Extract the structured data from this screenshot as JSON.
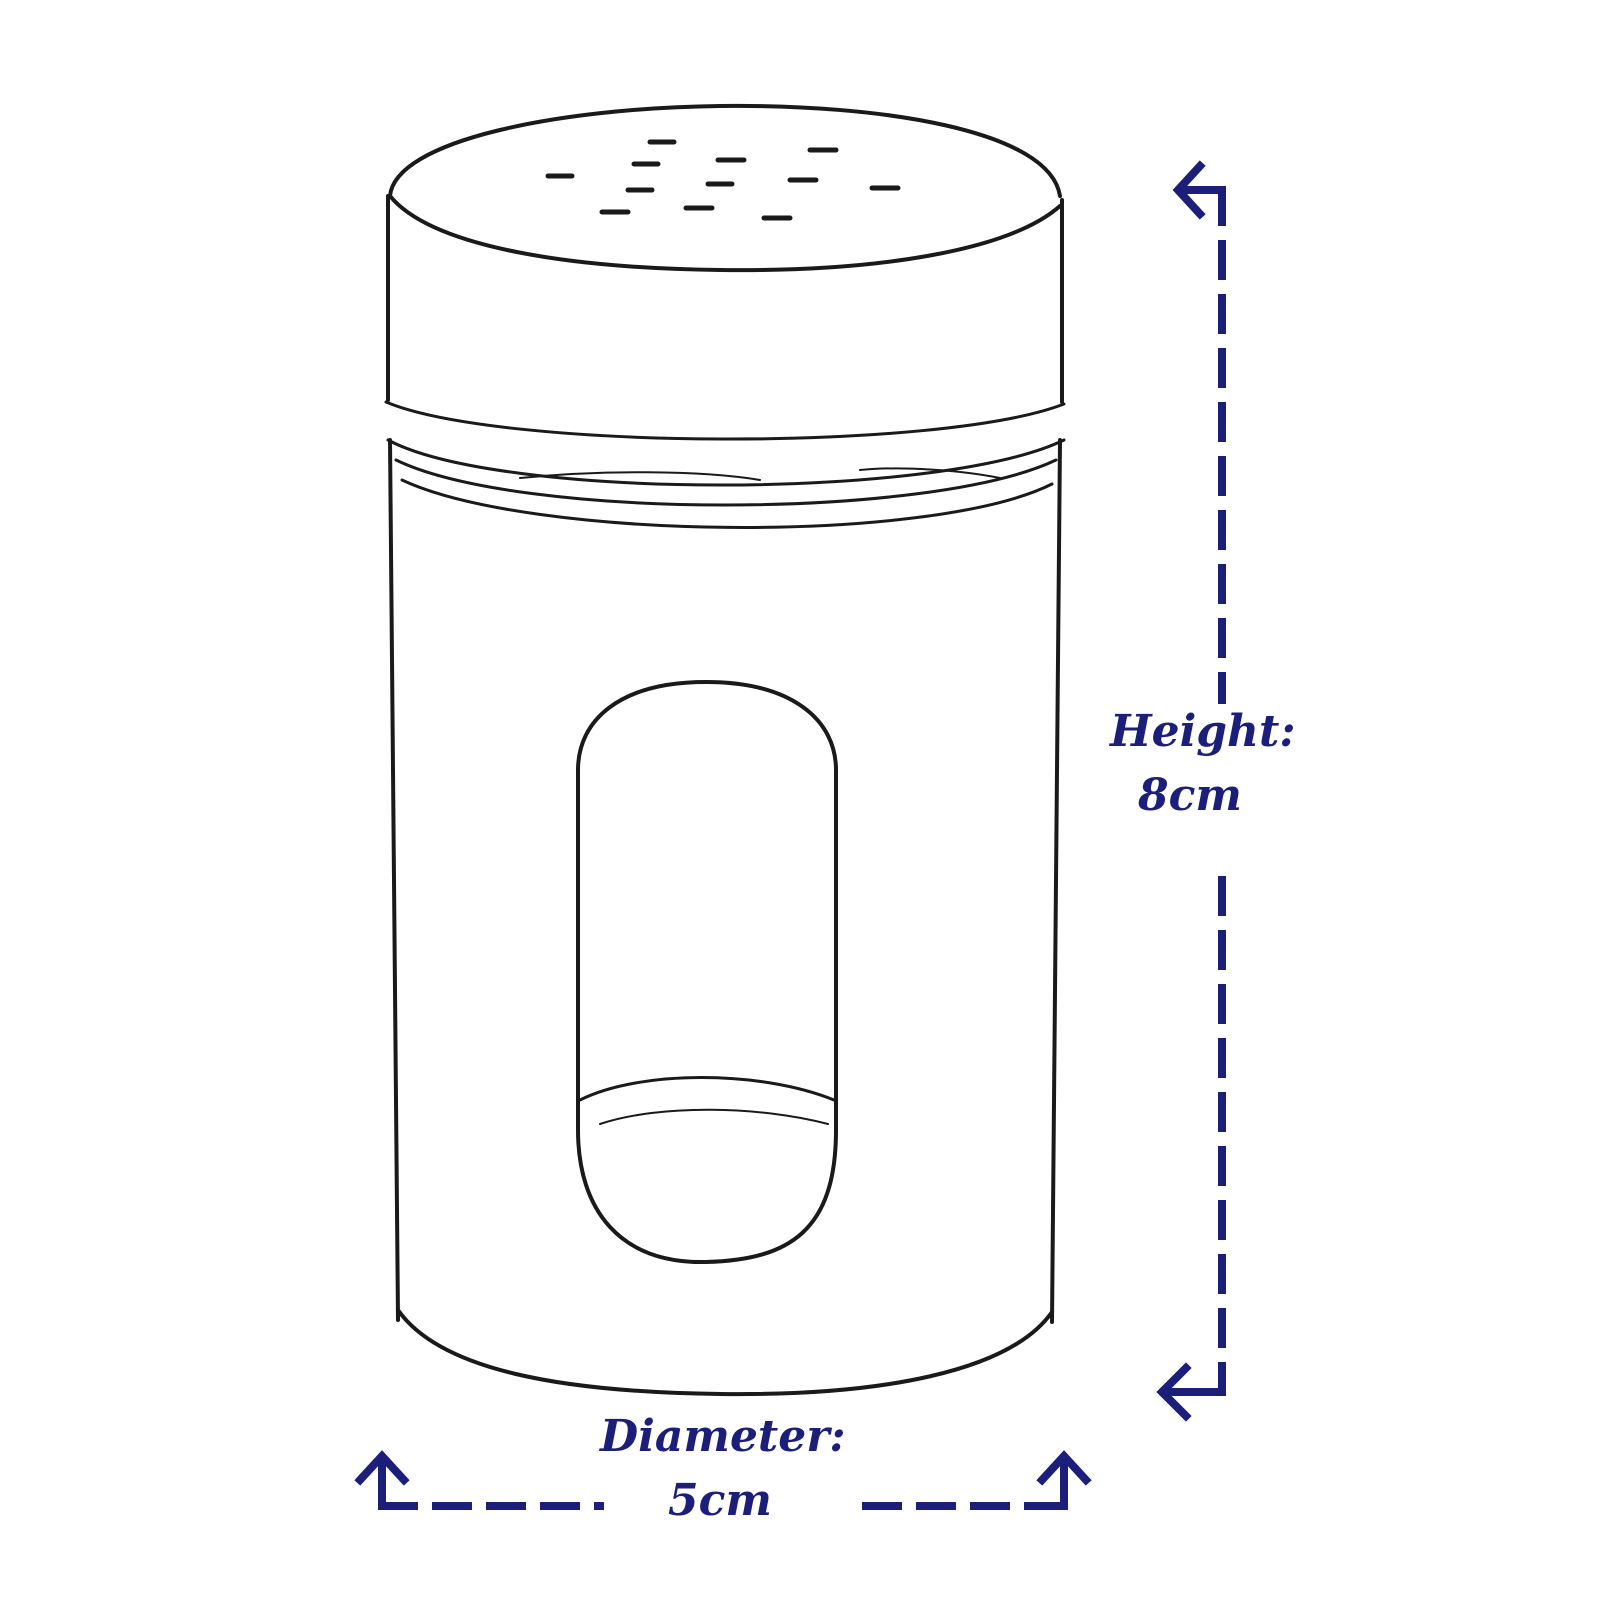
{
  "dimensions": {
    "height": {
      "label": "Height:",
      "value": "8cm"
    },
    "diameter": {
      "label": "Diameter:",
      "value": "5cm"
    }
  },
  "colors": {
    "outline": "#1a1a1a",
    "dimension": "#1c1f7a",
    "background": "#ffffff"
  },
  "icons": {
    "height-arrow": "dashed-bracket-arrow",
    "diameter-arrow": "dashed-bracket-arrow"
  }
}
